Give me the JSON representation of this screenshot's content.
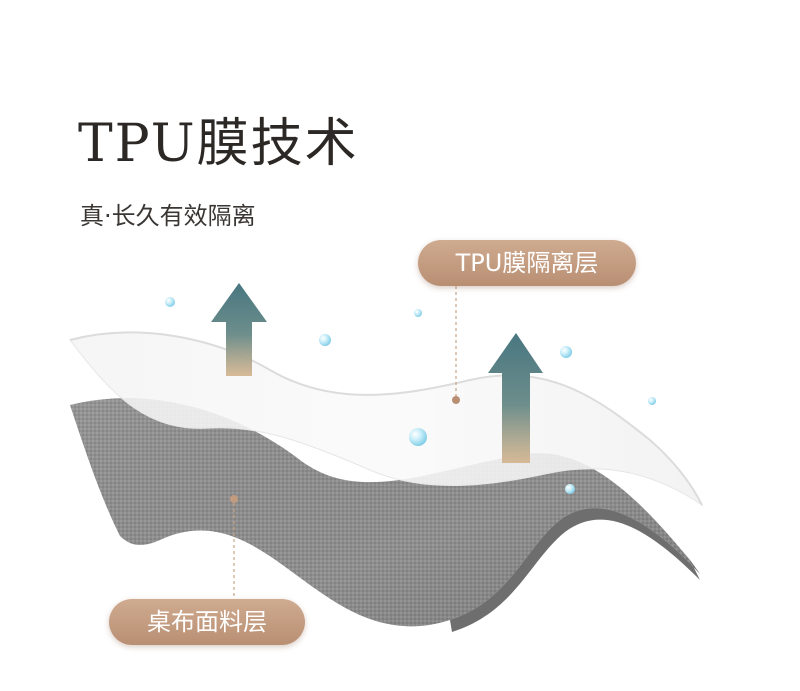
{
  "header": {
    "title": "TPU膜技术",
    "subtitle": "真·长久有效隔离"
  },
  "callouts": {
    "tpu_layer": "TPU膜隔离层",
    "fabric_layer": "桌布面料层"
  },
  "icons": [
    "arrow-up-icon",
    "arrow-up-icon",
    "water-droplet-icon"
  ],
  "colors": {
    "pill": "#c29a7e",
    "arrow_top": "#4a7b83",
    "arrow_bottom": "#cdb08a",
    "fabric": "#8f8e8e",
    "droplet": "#a9dff2",
    "title": "#2c2826"
  }
}
